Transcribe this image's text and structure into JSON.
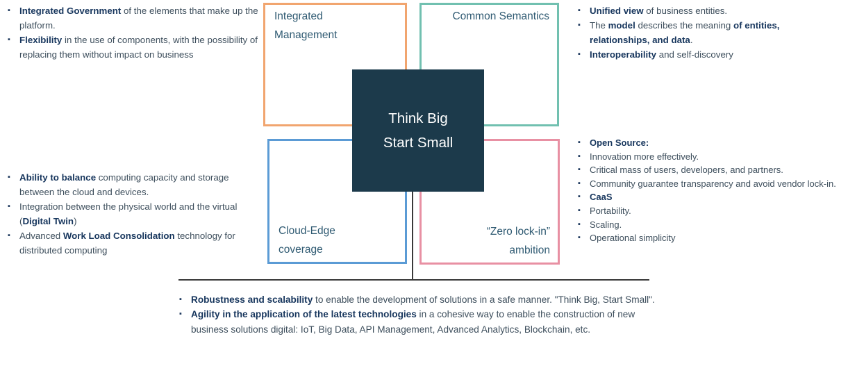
{
  "colors": {
    "background": "#FFFFFF",
    "box_orange_border": "#F1A56F",
    "box_teal_border": "#71C0B0",
    "box_blue_border": "#5B9BD5",
    "box_pink_border": "#E890A3",
    "center_box_bg": "#1C3A4B",
    "center_box_text": "#FFFFFF",
    "body_text": "#3D4E5C",
    "bold_text": "#17365D",
    "bullet_marker": "#1F3A5F",
    "box_label_text": "#2F5A72",
    "connector_line": "#3A3A3A"
  },
  "center_box": {
    "lines": [
      "Think Big",
      "Start Small"
    ]
  },
  "boxes": {
    "integrated_management": {
      "label": "Integrated Management"
    },
    "common_semantics": {
      "label": "Common Semantics"
    },
    "cloud_edge": {
      "label": "Cloud-Edge coverage"
    },
    "zero_lock_in": {
      "label": "“Zero lock-in” ambition"
    }
  },
  "lists": {
    "top_left": [
      {
        "segments": [
          {
            "t": "Integrated Government",
            "b": true
          },
          {
            "t": " of the elements that make up the platform.",
            "b": false
          }
        ]
      },
      {
        "segments": [
          {
            "t": "Flexibility",
            "b": true
          },
          {
            "t": " in the use of components, with the possibility of replacing them without impact on business",
            "b": false
          }
        ]
      }
    ],
    "top_right": [
      {
        "segments": [
          {
            "t": "Unified view",
            "b": true
          },
          {
            "t": " of business entities.",
            "b": false
          }
        ]
      },
      {
        "segments": [
          {
            "t": "The ",
            "b": false
          },
          {
            "t": "model",
            "b": true
          },
          {
            "t": " describes the meaning ",
            "b": false
          },
          {
            "t": "of entities, relationships, and data",
            "b": true
          },
          {
            "t": ".",
            "b": false
          }
        ]
      },
      {
        "segments": [
          {
            "t": "Interoperability",
            "b": true
          },
          {
            "t": " and self-discovery",
            "b": false
          }
        ]
      }
    ],
    "bottom_left": [
      {
        "segments": [
          {
            "t": "Ability to balance",
            "b": true
          },
          {
            "t": " computing capacity and storage between the cloud and devices.",
            "b": false
          }
        ]
      },
      {
        "segments": [
          {
            "t": "Integration between the physical world and the virtual (",
            "b": false
          },
          {
            "t": "Digital Twin",
            "b": true
          },
          {
            "t": ")",
            "b": false
          }
        ]
      },
      {
        "segments": [
          {
            "t": "Advanced ",
            "b": false
          },
          {
            "t": "Work Load Consolidation",
            "b": true
          },
          {
            "t": " technology for distributed computing",
            "b": false
          }
        ]
      }
    ],
    "bottom_right": [
      {
        "segments": [
          {
            "t": "Open Source:",
            "b": true
          }
        ]
      },
      {
        "segments": [
          {
            "t": "Innovation more effectively.",
            "b": false
          }
        ]
      },
      {
        "segments": [
          {
            "t": "Critical mass of users, developers, and partners.",
            "b": false
          }
        ]
      },
      {
        "segments": [
          {
            "t": "Community guarantee transparency and avoid vendor lock-in.",
            "b": false
          }
        ]
      },
      {
        "segments": [
          {
            "t": "CaaS",
            "b": true
          }
        ]
      },
      {
        "segments": [
          {
            "t": "Portability.",
            "b": false
          }
        ]
      },
      {
        "segments": [
          {
            "t": "Scaling.",
            "b": false
          }
        ]
      },
      {
        "segments": [
          {
            "t": "Operational simplicity",
            "b": false
          }
        ]
      }
    ],
    "bottom": [
      {
        "segments": [
          {
            "t": "Robustness and scalability",
            "b": true
          },
          {
            "t": " to enable the development of solutions in a safe manner. \"Think Big, Start Small\".",
            "b": false
          }
        ]
      },
      {
        "segments": [
          {
            "t": "Agility in the application of the latest technologies",
            "b": true
          },
          {
            "t": " in a cohesive way to enable the construction of new business solutions digital: IoT, Big Data, API Management, Advanced Analytics, Blockchain, etc.",
            "b": false
          }
        ]
      }
    ]
  }
}
